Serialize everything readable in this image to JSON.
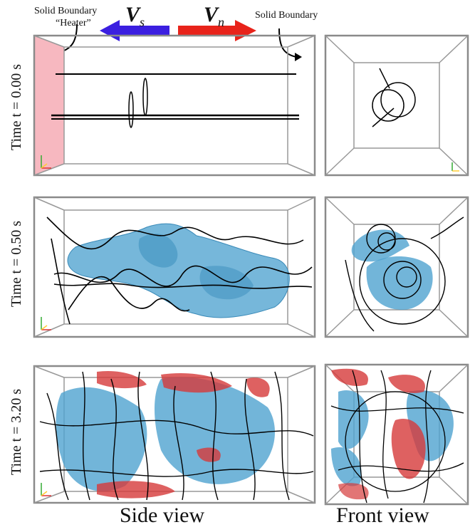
{
  "header": {
    "left_boundary_label": "Solid Boundary",
    "heater_label": "“Heater”",
    "right_boundary_label": "Solid Boundary",
    "vs_symbol": "V",
    "vs_sub": "s",
    "vn_symbol": "V",
    "vn_sub": "n"
  },
  "rows": [
    {
      "time_label": "Time t = 0.00 s"
    },
    {
      "time_label": "Time t = 0.50 s"
    },
    {
      "time_label": "Time t = 3.20 s"
    }
  ],
  "footer": {
    "side_view_label": "Side view",
    "front_view_label": "Front view"
  },
  "colors": {
    "vs_arrow": "#3b1fe0",
    "vn_arrow": "#e8231a",
    "heater_wall": "#f7b8c0",
    "superfluid_blob": "#4fa3cf",
    "normal_blob": "#d63a3a",
    "box_edge": "#8a8a8a"
  }
}
